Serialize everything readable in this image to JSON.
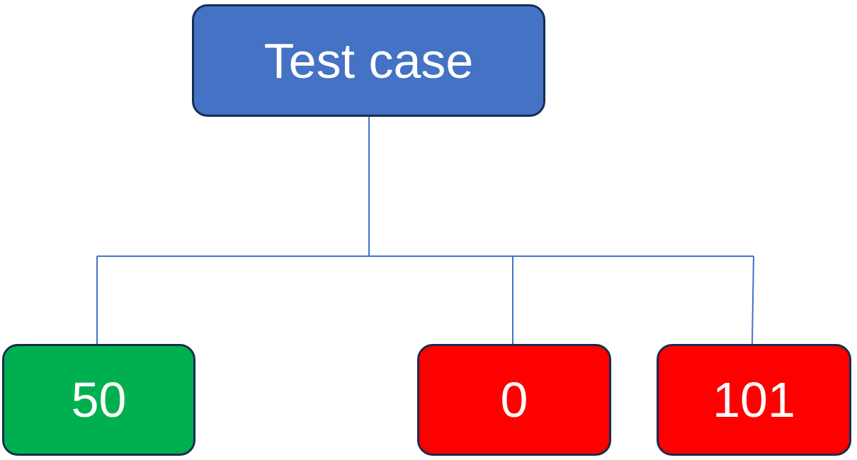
{
  "diagram": {
    "root": {
      "label": "Test case",
      "color": "#4472c4"
    },
    "children": [
      {
        "label": "50",
        "color": "#00b050"
      },
      {
        "label": "0",
        "color": "#ff0000"
      },
      {
        "label": "101",
        "color": "#ff0000"
      }
    ],
    "connector_color": "#4472c4",
    "border_color": "#172c51"
  }
}
